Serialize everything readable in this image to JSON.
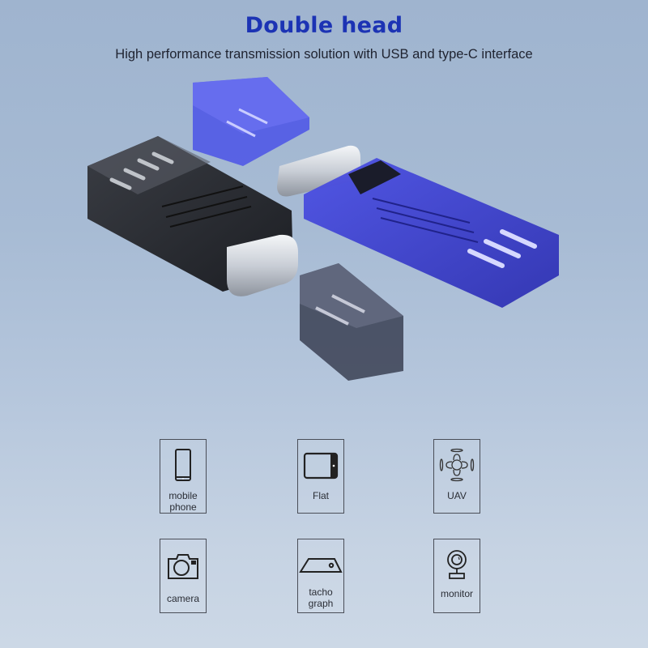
{
  "header": {
    "title": "Double head",
    "subtitle": "High performance transmission solution with USB and type-C interface"
  },
  "colors": {
    "title": "#1c33b4",
    "background_top": "#9fb4cf",
    "background_bottom": "#ccd8e6",
    "blue_device": "#3b3fd6",
    "black_device": "#26282e"
  },
  "product_image": {
    "description": "Two dual-head USB-A / type-C card reader adapters (black and transparent blue) with removable caps"
  },
  "compatible_devices": [
    {
      "label": "mobile phone",
      "line1": "mobile",
      "line2": "phone",
      "icon": "smartphone-icon"
    },
    {
      "label": "Flat",
      "line1": "Flat",
      "line2": "",
      "icon": "tablet-icon"
    },
    {
      "label": "UAV",
      "line1": "UAV",
      "line2": "",
      "icon": "drone-icon"
    },
    {
      "label": "camera",
      "line1": "camera",
      "line2": "",
      "icon": "camera-icon"
    },
    {
      "label": "tacho graph",
      "line1": "tacho",
      "line2": "graph",
      "icon": "dashcam-icon"
    },
    {
      "label": "monitor",
      "line1": "monitor",
      "line2": "",
      "icon": "webcam-icon"
    }
  ]
}
